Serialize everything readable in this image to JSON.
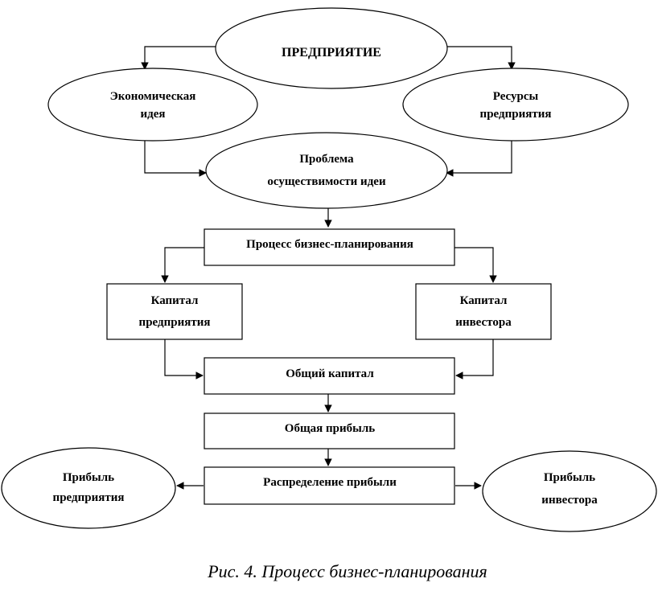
{
  "nodes": {
    "enterprise": {
      "label": "ПРЕДПРИЯТИЕ"
    },
    "econ_idea": {
      "line1": "Экономическая",
      "line2": "идея"
    },
    "resources": {
      "line1": "Ресурсы",
      "line2": "предприятия"
    },
    "feasibility": {
      "line1": "Проблема",
      "line2": "осуществимости идеи"
    },
    "process": {
      "label": "Процесс бизнес-планирования"
    },
    "capital_ent": {
      "line1": "Капитал",
      "line2": "предприятия"
    },
    "capital_inv": {
      "line1": "Капитал",
      "line2": "инвестора"
    },
    "total_capital": {
      "label": "Общий капитал"
    },
    "total_profit": {
      "label": "Общая прибыль"
    },
    "distribution": {
      "label": "Распределение прибыли"
    },
    "profit_ent": {
      "line1": "Прибыль",
      "line2": "предприятия"
    },
    "profit_inv": {
      "line1": "Прибыль",
      "line2": "инвестора"
    }
  },
  "caption": "Рис. 4. Процесс бизнес-планирования"
}
